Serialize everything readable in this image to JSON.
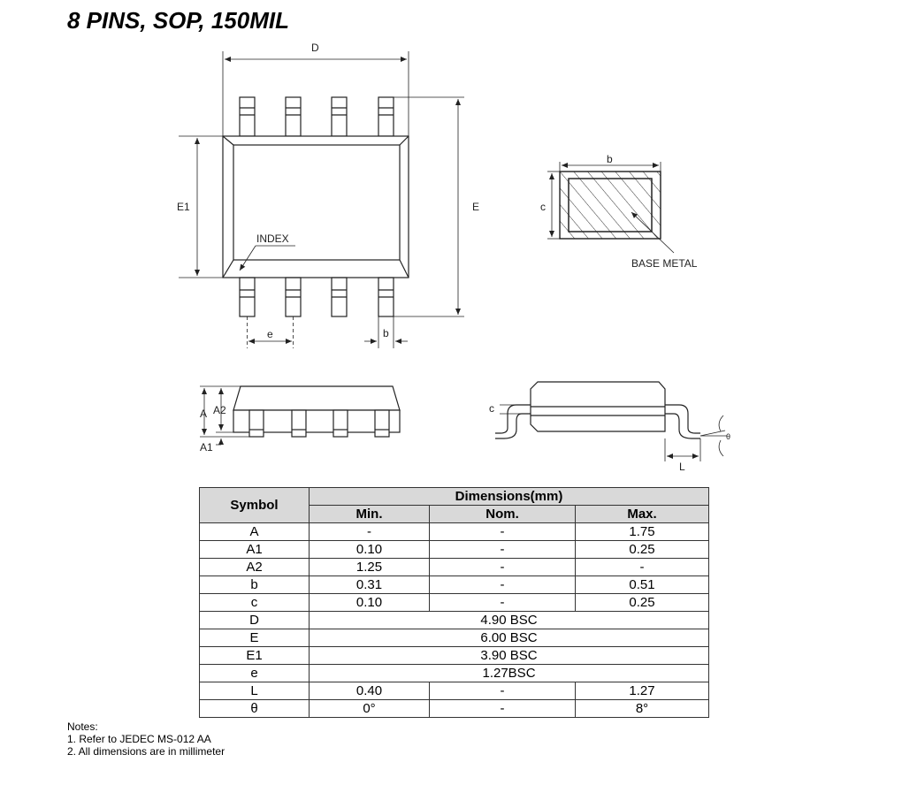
{
  "title": "8 PINS, SOP, 150MIL",
  "diagram_labels": {
    "D": "D",
    "E1": "E1",
    "E": "E",
    "index": "INDEX",
    "e": "e",
    "b_lead": "b",
    "b_section": "b",
    "c_section": "c",
    "base_metal": "BASE METAL",
    "A": "A",
    "A2": "A2",
    "A1": "A1",
    "c_side": "c",
    "L": "L",
    "theta": "θ"
  },
  "table": {
    "symbol_header": "Symbol",
    "dimensions_header": "Dimensions(mm)",
    "min_header": "Min.",
    "nom_header": "Nom.",
    "max_header": "Max.",
    "rows": [
      {
        "symbol": "A",
        "min": "-",
        "nom": "-",
        "max": "1.75"
      },
      {
        "symbol": "A1",
        "min": "0.10",
        "nom": "-",
        "max": "0.25"
      },
      {
        "symbol": "A2",
        "min": "1.25",
        "nom": "-",
        "max": "-"
      },
      {
        "symbol": "b",
        "min": "0.31",
        "nom": "-",
        "max": "0.51"
      },
      {
        "symbol": "c",
        "min": "0.10",
        "nom": "-",
        "max": "0.25"
      },
      {
        "symbol": "D",
        "span": "4.90 BSC"
      },
      {
        "symbol": "E",
        "span": "6.00 BSC"
      },
      {
        "symbol": "E1",
        "span": "3.90 BSC"
      },
      {
        "symbol": "e",
        "span": "1.27BSC"
      },
      {
        "symbol": "L",
        "min": "0.40",
        "nom": "-",
        "max": "1.27"
      },
      {
        "symbol": "θ",
        "min": "0°",
        "nom": "-",
        "max": "8°"
      }
    ]
  },
  "notes": {
    "heading": "Notes:",
    "items": [
      "1.  Refer to JEDEC MS-012 AA",
      "2.  All dimensions are in millimeter"
    ]
  }
}
